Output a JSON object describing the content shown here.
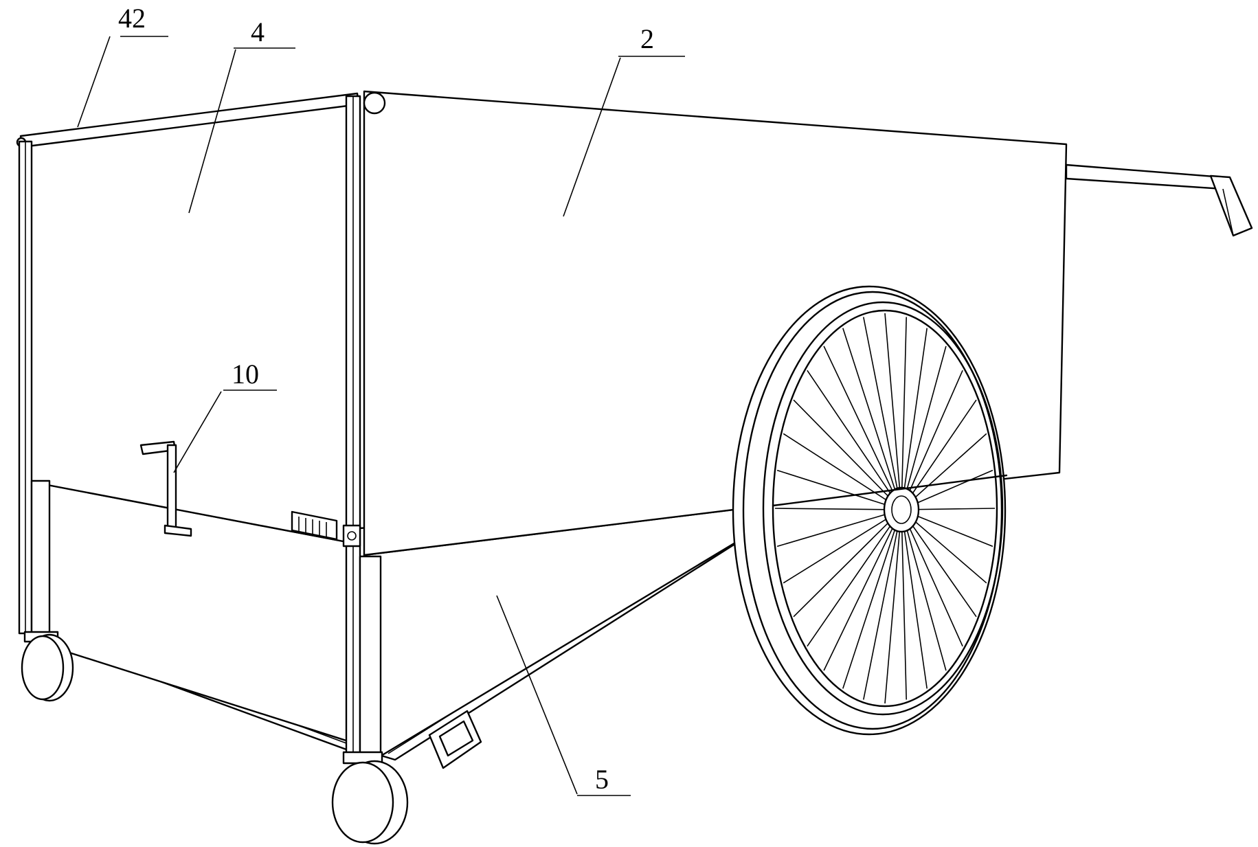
{
  "labels": {
    "l42": "42",
    "l4": "4",
    "l2": "2",
    "l10": "10",
    "l5": "5"
  },
  "colors": {
    "line": "#000000",
    "background": "#ffffff"
  }
}
